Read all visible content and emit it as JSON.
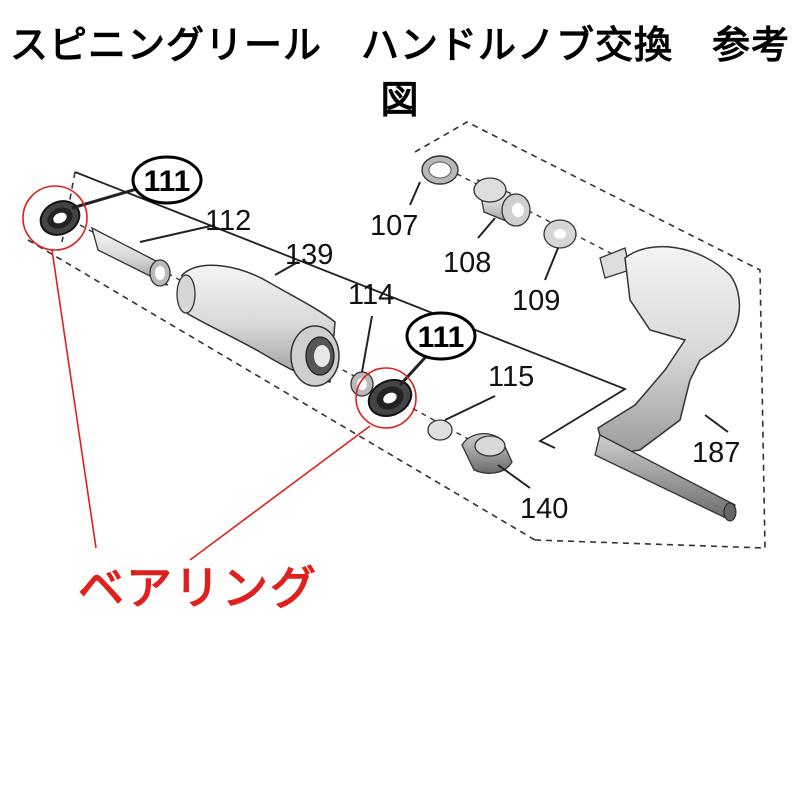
{
  "title": "スピニングリール　ハンドルノブ交換　参考図",
  "callout_label": "ベアリング",
  "colors": {
    "callout": "#e0201c",
    "line": "#222222",
    "part_fill": "#e6e6e6"
  },
  "parts": {
    "p111a": "111",
    "p111b": "111",
    "p112": "112",
    "p139": "139",
    "p114": "114",
    "p115": "115",
    "p140": "140",
    "p107": "107",
    "p108": "108",
    "p109": "109",
    "p187": "187"
  }
}
